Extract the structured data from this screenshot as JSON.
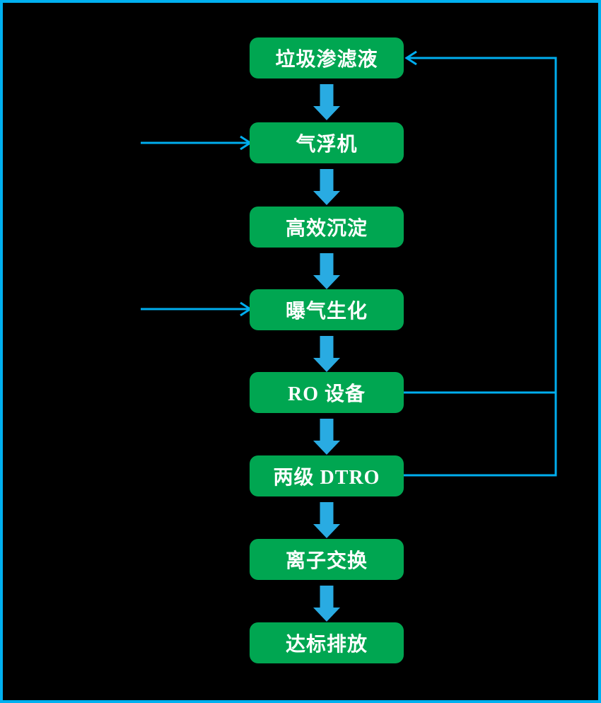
{
  "diagram": {
    "type": "flowchart",
    "background": "#000000",
    "border_color": "#00B0F0",
    "colors": {
      "box_fill": "#00A651",
      "box_text": "#FFFFFF",
      "block_arrow": "#29ABE2",
      "line": "#00AEEF"
    },
    "steps": [
      {
        "label": "垃圾渗滤液"
      },
      {
        "label": "气浮机"
      },
      {
        "label": "高效沉淀"
      },
      {
        "label": "曝气生化"
      },
      {
        "label": "RO 设备"
      },
      {
        "label": "两级 DTRO"
      },
      {
        "label": "离子交换"
      },
      {
        "label": "达标排放"
      }
    ],
    "edges": [
      {
        "from": "垃圾渗滤液",
        "to": "气浮机",
        "style": "block-arrow-down"
      },
      {
        "from": "气浮机",
        "to": "高效沉淀",
        "style": "block-arrow-down"
      },
      {
        "from": "高效沉淀",
        "to": "曝气生化",
        "style": "block-arrow-down"
      },
      {
        "from": "曝气生化",
        "to": "RO 设备",
        "style": "block-arrow-down"
      },
      {
        "from": "RO 设备",
        "to": "两级 DTRO",
        "style": "block-arrow-down"
      },
      {
        "from": "两级 DTRO",
        "to": "离子交换",
        "style": "block-arrow-down"
      },
      {
        "from": "离子交换",
        "to": "达标排放",
        "style": "block-arrow-down"
      },
      {
        "from": "RO 设备",
        "to": "垃圾渗滤液",
        "style": "thin-line-right-loop"
      },
      {
        "from": "两级 DTRO",
        "to": "垃圾渗滤液",
        "style": "thin-line-right-loop"
      },
      {
        "from": "external-left",
        "to": "气浮机",
        "style": "thin-arrow-right"
      },
      {
        "from": "external-left",
        "to": "曝气生化",
        "style": "thin-arrow-right"
      }
    ]
  }
}
